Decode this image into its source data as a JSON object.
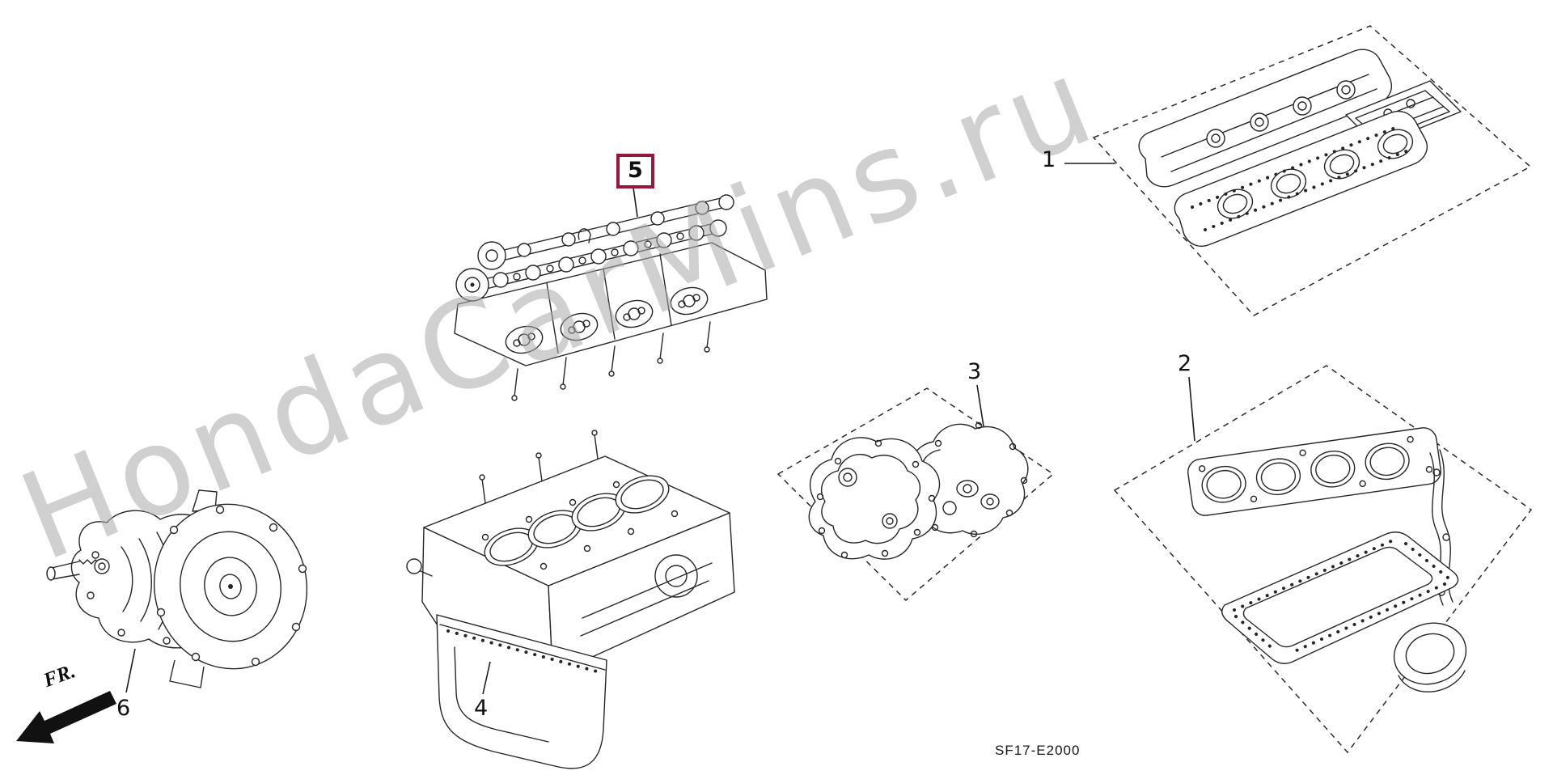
{
  "page": {
    "watermark": "HondaCarMins.ru",
    "diagram_code": "SF17-E2000",
    "direction_label": "FR.",
    "highlight_color": "#97163a",
    "icons": {
      "fr_arrow": "fr-direction-arrow"
    },
    "callouts": [
      {
        "id": "1",
        "highlighted": false
      },
      {
        "id": "2",
        "highlighted": false
      },
      {
        "id": "3",
        "highlighted": false
      },
      {
        "id": "4",
        "highlighted": false
      },
      {
        "id": "5",
        "highlighted": true
      },
      {
        "id": "6",
        "highlighted": false
      }
    ]
  }
}
